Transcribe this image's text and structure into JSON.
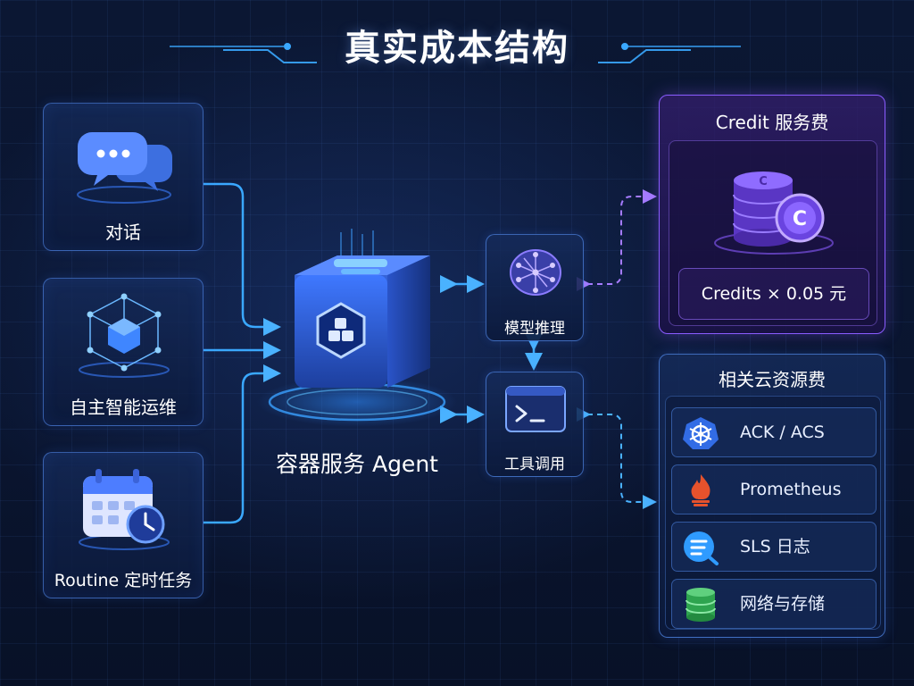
{
  "title": "真实成本结构",
  "inputs": [
    {
      "label": "对话",
      "icon": "chat-bubbles-icon"
    },
    {
      "label": "自主智能运维",
      "icon": "cube-network-icon"
    },
    {
      "label": "Routine 定时任务",
      "icon": "calendar-clock-icon"
    }
  ],
  "agent": {
    "label": "容器服务 Agent",
    "icon": "container-box-icon"
  },
  "model": {
    "label": "模型推理",
    "icon": "neural-brain-icon"
  },
  "tool": {
    "label": "工具调用",
    "icon": "terminal-icon"
  },
  "credit": {
    "title": "Credit 服务费",
    "formula": "Credits × 0.05 元",
    "icon": "coin-stack-icon",
    "coin_letter": "C"
  },
  "resources": {
    "title": "相关云资源费",
    "items": [
      {
        "label": "ACK / ACS",
        "icon": "kubernetes-wheel-icon"
      },
      {
        "label": "Prometheus",
        "icon": "prometheus-flame-icon"
      },
      {
        "label": "SLS 日志",
        "icon": "log-search-icon"
      },
      {
        "label": "网络与存储",
        "icon": "storage-database-icon"
      }
    ]
  },
  "colors": {
    "accent_blue": "#3aa8ff",
    "accent_purple": "#8a5cff",
    "background": "#0b1733"
  }
}
